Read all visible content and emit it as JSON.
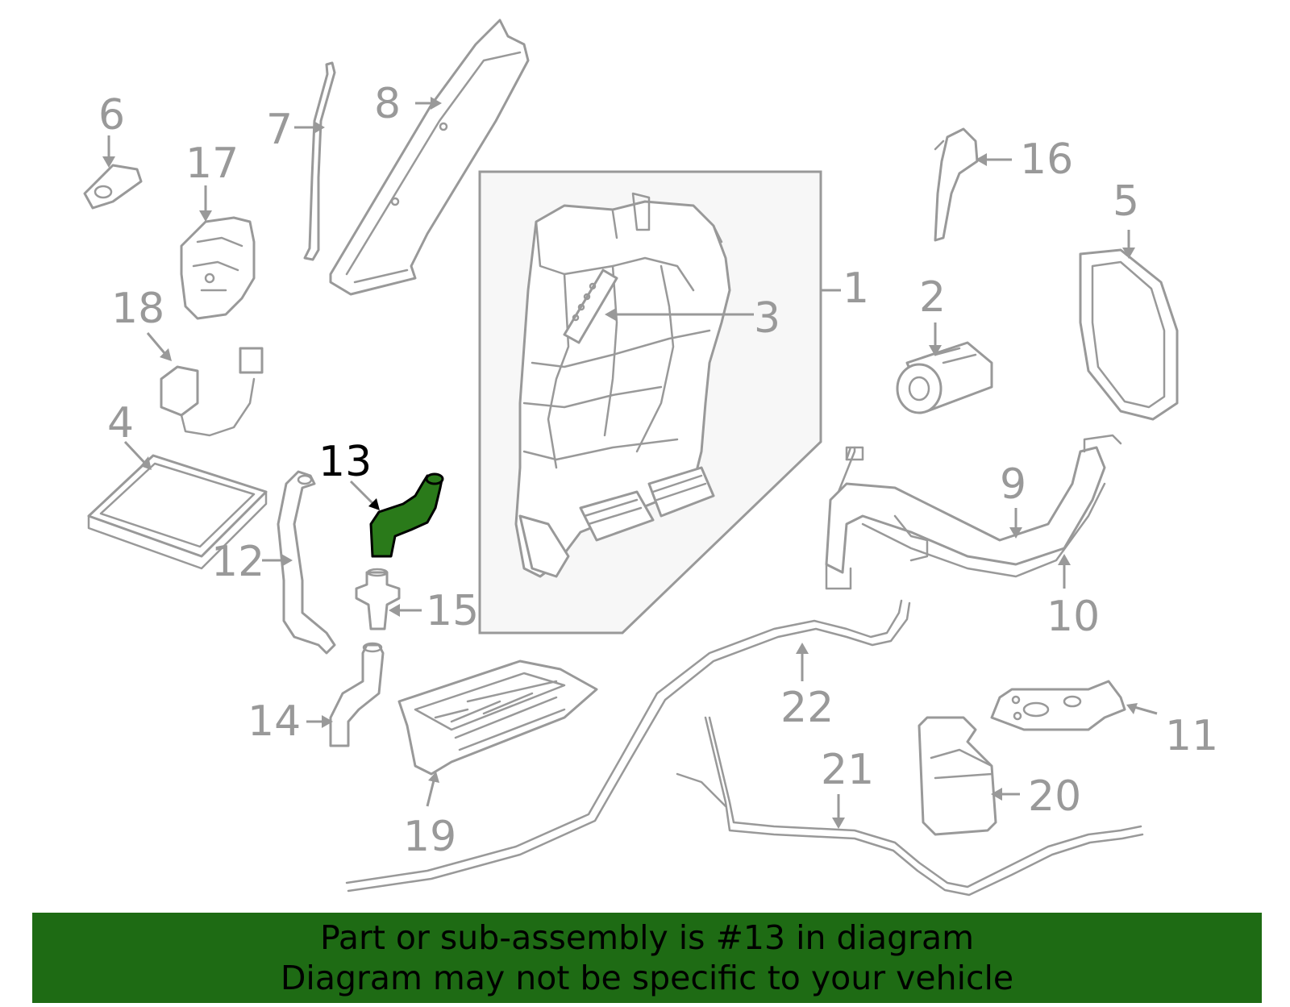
{
  "diagram": {
    "highlight_color": "#2a7a1a",
    "line_color": "#999999",
    "callouts": [
      {
        "id": "1",
        "label": "1"
      },
      {
        "id": "2",
        "label": "2"
      },
      {
        "id": "3",
        "label": "3"
      },
      {
        "id": "4",
        "label": "4"
      },
      {
        "id": "5",
        "label": "5"
      },
      {
        "id": "6",
        "label": "6"
      },
      {
        "id": "7",
        "label": "7"
      },
      {
        "id": "8",
        "label": "8"
      },
      {
        "id": "9",
        "label": "9"
      },
      {
        "id": "10",
        "label": "10"
      },
      {
        "id": "11",
        "label": "11"
      },
      {
        "id": "12",
        "label": "12"
      },
      {
        "id": "13",
        "label": "13",
        "highlighted": true
      },
      {
        "id": "14",
        "label": "14"
      },
      {
        "id": "15",
        "label": "15"
      },
      {
        "id": "16",
        "label": "16"
      },
      {
        "id": "17",
        "label": "17"
      },
      {
        "id": "18",
        "label": "18"
      },
      {
        "id": "19",
        "label": "19"
      },
      {
        "id": "20",
        "label": "20"
      },
      {
        "id": "21",
        "label": "21"
      },
      {
        "id": "22",
        "label": "22"
      }
    ]
  },
  "banner": {
    "background_color": "#1e6b14",
    "line1": "Part or sub-assembly is #13 in diagram",
    "line2": "Diagram may not be specific to your vehicle"
  }
}
